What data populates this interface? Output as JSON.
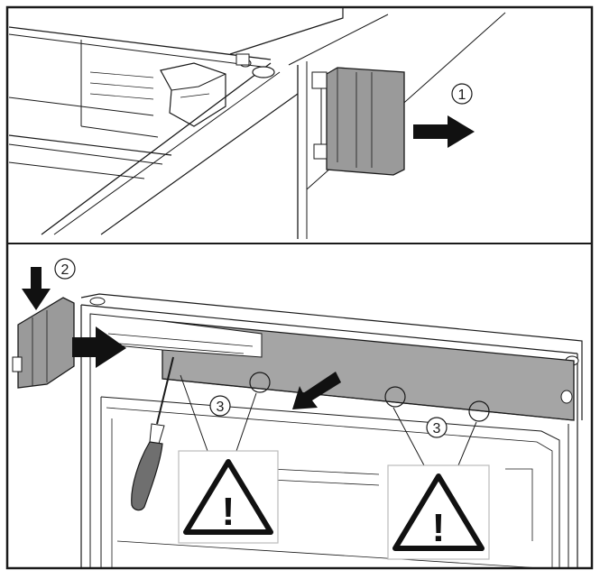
{
  "panels": {
    "top": {
      "step_label": "1",
      "arrow_direction": "right"
    },
    "bottom": {
      "step2_label": "2",
      "step3_left_label": "3",
      "step3_right_label": "3"
    }
  },
  "warnings": [
    {
      "icon": "warning-triangle-icon",
      "glyph": "!"
    },
    {
      "icon": "warning-triangle-icon",
      "glyph": "!"
    }
  ],
  "colors": {
    "line": "#1a1a1a",
    "panel_grey": "#9a9a9a",
    "cover_grey": "#a5a5a5",
    "arrow": "#111111",
    "background": "#ffffff"
  }
}
